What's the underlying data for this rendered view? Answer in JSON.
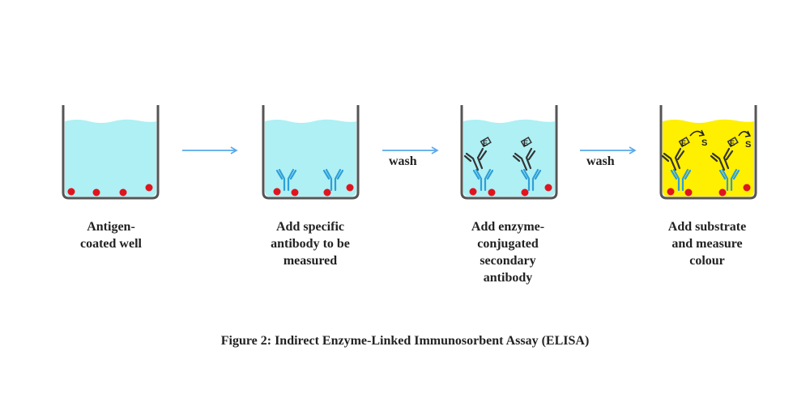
{
  "colors": {
    "liquid": "#aef0f4",
    "liquid_colour": "#ffef00",
    "well_wall": "#555555",
    "antigen": "#e0141e",
    "primary_antibody": "#2f9fd8",
    "secondary_antibody": "#333333",
    "arrow": "#5aa8e8"
  },
  "steps": [
    {
      "caption": [
        "Antigen-",
        "coated well"
      ]
    },
    {
      "caption": [
        "Add specific",
        "antibody to be",
        "measured"
      ]
    },
    {
      "caption": [
        "Add enzyme-",
        "conjugated",
        "secondary",
        "antibody"
      ]
    },
    {
      "caption": [
        "Add substrate",
        "and measure",
        "colour"
      ]
    }
  ],
  "arrows": [
    {
      "label": ""
    },
    {
      "label": "wash"
    },
    {
      "label": "wash"
    }
  ],
  "substrate_symbol": "S",
  "enzyme_symbol": "E",
  "figure_caption": "Figure 2: Indirect Enzyme-Linked Immunosorbent Assay (ELISA)"
}
